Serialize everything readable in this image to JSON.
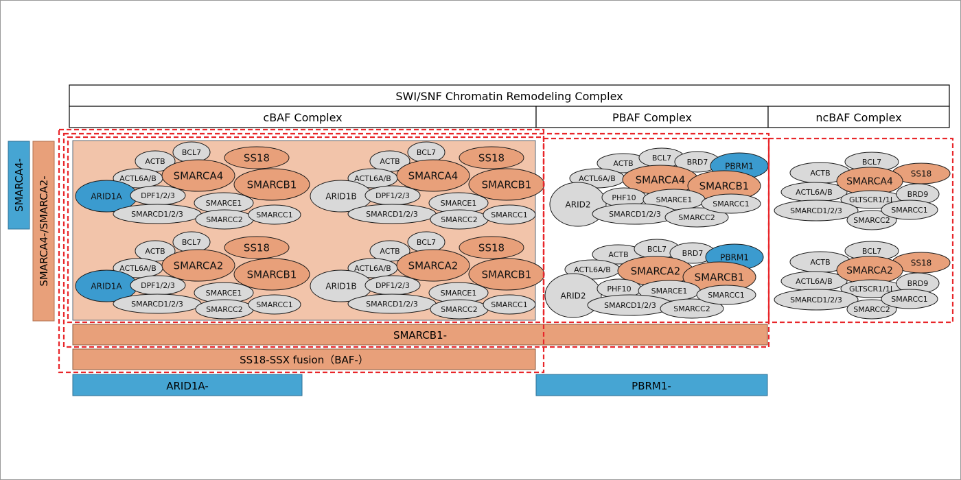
{
  "header": {
    "title": "SWI/SNF Chromatin Remodeling Complex",
    "cbaf": "cBAF Complex",
    "pbaf": "PBAF Complex",
    "ncbaf": "ncBAF Complex"
  },
  "side_labels": {
    "smarca4_loss": "SMARCA4-",
    "smarca4_smarca2_loss": "SMARCA4-/SMARCA2-"
  },
  "bottom_bars": {
    "smarcb1_loss": "SMARCB1-",
    "ss18_ssx": "SS18-SSX fusion（BAF-）",
    "arid1a_loss": "ARID1A-",
    "pbrm1_loss": "PBRM1-"
  },
  "subunits": {
    "actb": "ACTB",
    "bcl7": "BCL7",
    "ss18": "SS18",
    "actl6a_b": "ACTL6A/B",
    "smarca4": "SMARCA4",
    "smarca2": "SMARCA2",
    "smarcb1": "SMARCB1",
    "arid1a": "ARID1A",
    "arid1b": "ARID1B",
    "arid2": "ARID2",
    "dpf": "DPF1/2/3",
    "smarce1": "SMARCE1",
    "smarcd": "SMARCD1/2/3",
    "smarcc2": "SMARCC2",
    "smarcc1": "SMARCC1",
    "brd7": "BRD7",
    "pbrm1": "PBRM1",
    "phf10": "PHF10",
    "brd9": "BRD9",
    "gltscr": "GLTSCR1/1L"
  },
  "colors": {
    "salmon": "#E8A07A",
    "blue": "#3B9BCF",
    "gray": "#D9D9D9",
    "panel": "#F2C4AA",
    "red_dash": "#E8262A",
    "bar_blue": "#46A5D3"
  }
}
